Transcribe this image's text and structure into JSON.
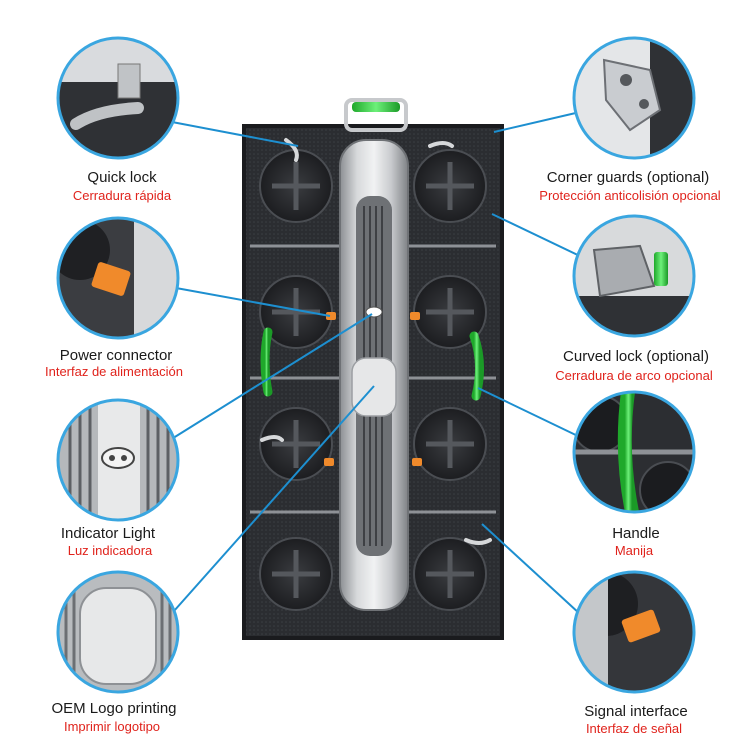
{
  "colors": {
    "leader_line": "#1d8fd0",
    "circle_border": "#3aa6e0",
    "spanish_text": "#e0231c",
    "handle_green": "#3ddc4a",
    "frame_dark": "#2a2c30",
    "spine_metal": "#b9bcbf"
  },
  "callouts": {
    "quick_lock": {
      "en": "Quick lock",
      "es": "Cerradura rápida",
      "icon": "quick-lock-icon"
    },
    "power_connector": {
      "en": "Power connector",
      "es": "Interfaz de alimentación",
      "icon": "power-connector-icon"
    },
    "indicator_light": {
      "en": "Indicator Light",
      "es": "Luz indicadora",
      "icon": "indicator-light-icon"
    },
    "oem_logo": {
      "en": "OEM Logo printing",
      "es": "Imprimir logotipo",
      "icon": "logo-plate-icon"
    },
    "corner_guards": {
      "en": "Corner guards (optional)",
      "es": "Protección anticolisión opcional",
      "icon": "corner-guard-icon"
    },
    "curved_lock": {
      "en": "Curved lock (optional)",
      "es": "Cerradura de arco opcional",
      "icon": "curved-lock-icon"
    },
    "handle": {
      "en": "Handle",
      "es": "Manija",
      "icon": "handle-icon"
    },
    "signal_interface": {
      "en": "Signal interface",
      "es": "Interfaz de señal",
      "icon": "signal-interface-icon"
    }
  }
}
